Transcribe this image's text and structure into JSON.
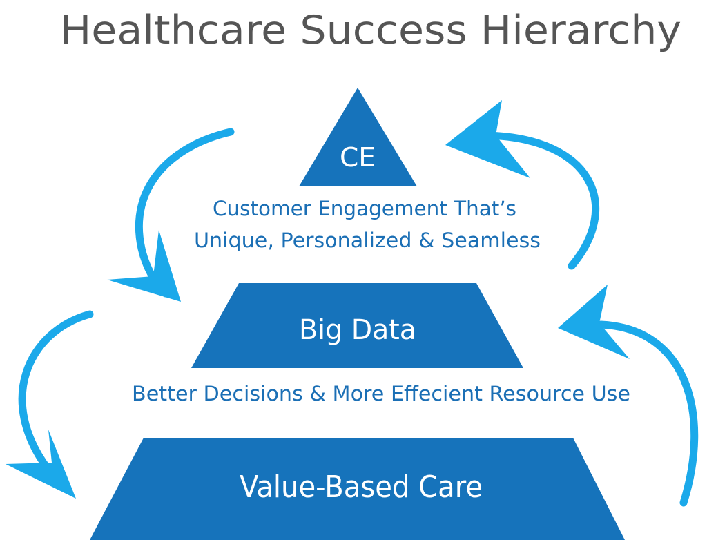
{
  "title": "Healthcare Success Hierarchy",
  "colors": {
    "title": "#555555",
    "tier_fill": "#1673bb",
    "tier_text": "#ffffff",
    "caption": "#1b6fb5",
    "arrow": "#1ba9ea",
    "background": "#ffffff"
  },
  "tiers": [
    {
      "label": "CE"
    },
    {
      "label": "Big Data"
    },
    {
      "label": "Value-Based Care"
    }
  ],
  "captions": {
    "top_line1": "Customer Engagement That’s",
    "top_line2": "Unique, Personalized & Seamless",
    "middle": "Better Decisions & More Effecient Resource Use"
  },
  "arrows": [
    {
      "id": "arrow-top-left",
      "direction": "down"
    },
    {
      "id": "arrow-top-right",
      "direction": "up"
    },
    {
      "id": "arrow-bottom-left",
      "direction": "down"
    },
    {
      "id": "arrow-bottom-right",
      "direction": "up"
    }
  ]
}
